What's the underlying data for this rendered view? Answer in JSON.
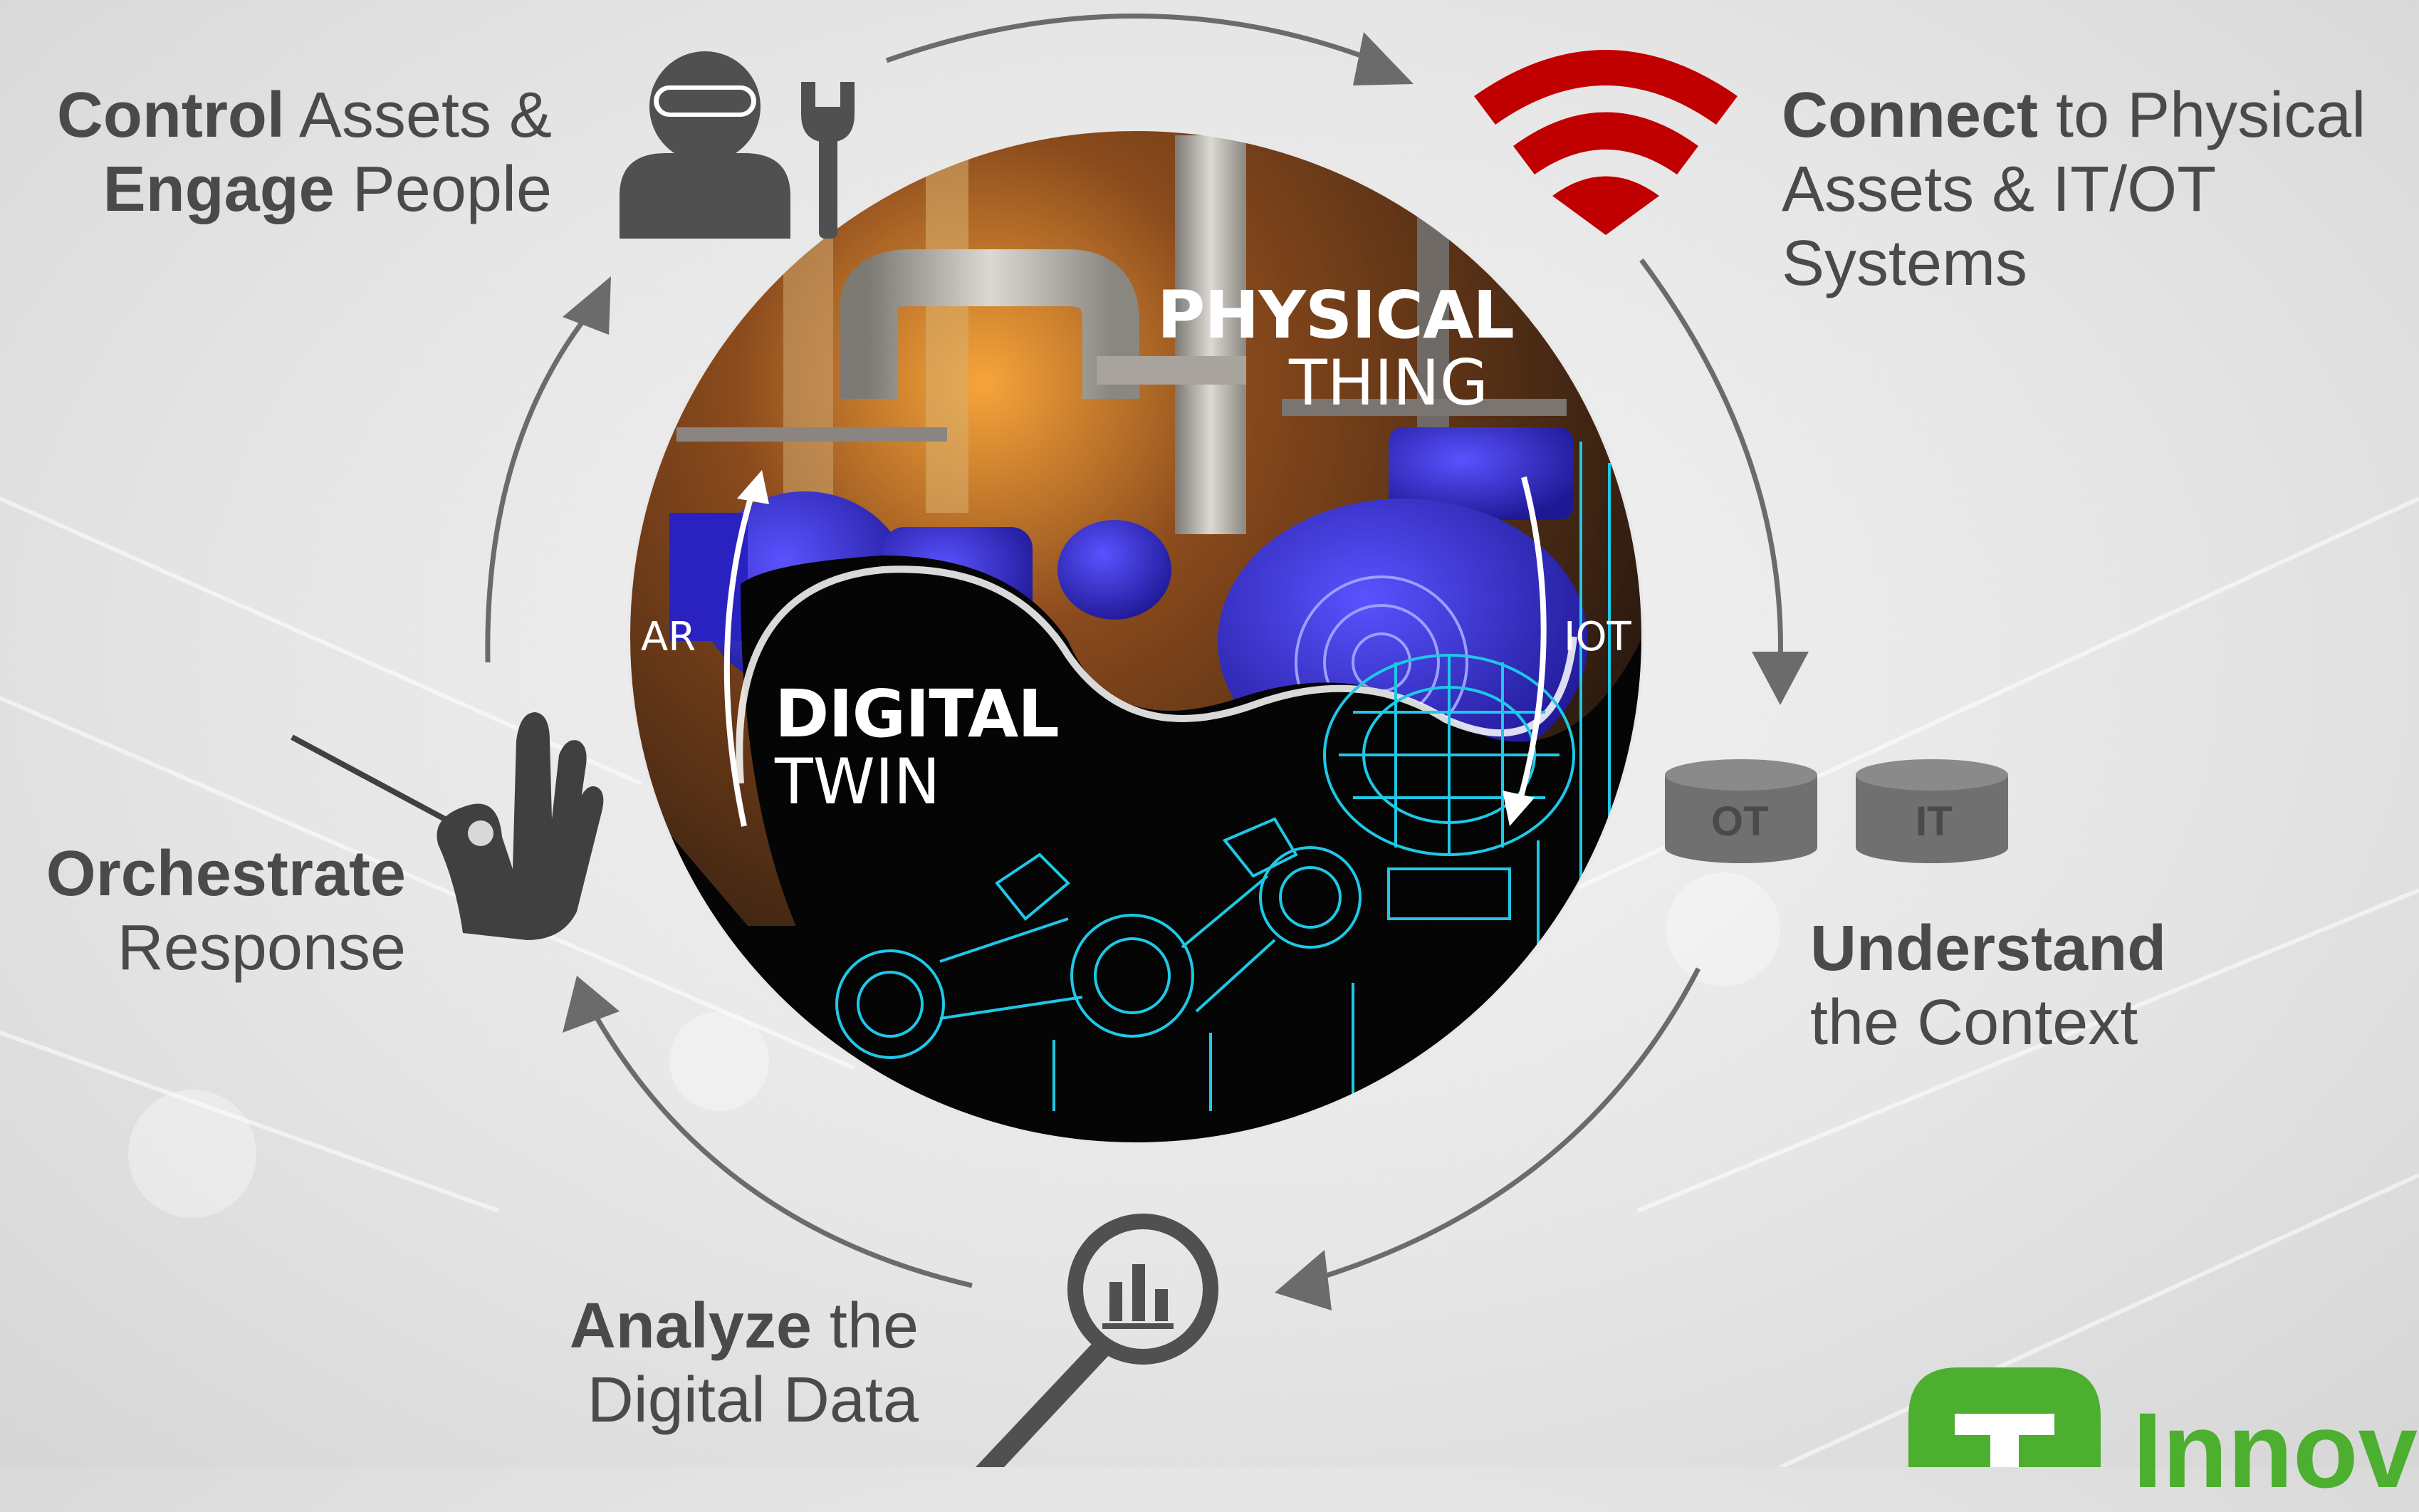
{
  "diagram": {
    "center": {
      "physical_line1": "PHYSICAL",
      "physical_line2": "THING",
      "digital_line1": "DIGITAL",
      "digital_line2": "TWIN",
      "arc_left_label": "AR",
      "arc_right_label": "IOT"
    },
    "steps": {
      "control": {
        "bold1": "Control",
        "rest1": " Assets &",
        "bold2": "Engage",
        "rest2": " People",
        "icon": "worker-wrench-icon"
      },
      "connect": {
        "bold1": "Connect",
        "rest1": " to Physical",
        "line2": "Assets & IT/OT",
        "line3": "Systems",
        "icon": "wifi-icon"
      },
      "understand": {
        "bold1": "Understand",
        "line2": "the Context",
        "icon": "database-icon"
      },
      "analyze": {
        "bold1": "Analyze",
        "rest1": " the",
        "line2": "Digital Data",
        "icon": "magnifier-chart-icon"
      },
      "orchestrate": {
        "bold1": "Orchestrate",
        "line2": "Response",
        "icon": "conductor-hand-icon"
      }
    },
    "databases": {
      "ot": "OT",
      "it": "IT"
    },
    "logo": {
      "text": "Innov"
    },
    "colors": {
      "accent_red": "#c00000",
      "text_gray": "#4a4a4a",
      "icon_gray": "#505050",
      "logo_green": "#4caf2f",
      "wireframe_cyan": "#1ec8e6",
      "pump_blue": "#2b22d6"
    }
  }
}
